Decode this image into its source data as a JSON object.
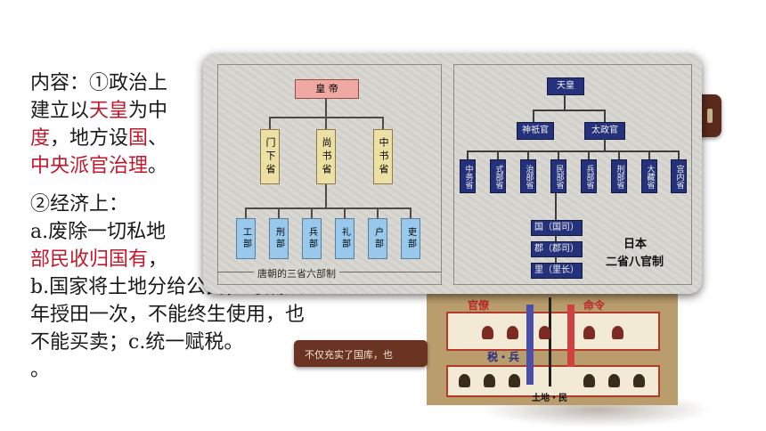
{
  "text": {
    "line1": "内容：①政治上",
    "line2a": "建立以",
    "line2b": "天皇",
    "line2c": "为中",
    "line3a": "度",
    "line3b": "，地方设",
    "line3c": "国",
    "line3d": "、",
    "line4a": "中央派官治理",
    "line4b": "。",
    "line5": "②经济上：",
    "line6": "a.废除一切私地",
    "line7a": "部民收归国有",
    "line7b": "，",
    "line8": "b.国家将土地分给公民，每隔六",
    "line9": "年授田一次，不能终生使用，也",
    "line10": "不能买卖；c.统一赋税。",
    "line11": "。"
  },
  "tooltip": {
    "text": "不仅充实了国库，也"
  },
  "tang": {
    "emperor": "皇 帝",
    "sansheng": [
      "门下省",
      "尚书省",
      "中书省"
    ],
    "liubu": [
      "工部",
      "刑部",
      "兵部",
      "礼部",
      "户部",
      "吏部"
    ],
    "caption": "唐朝的三省六部制"
  },
  "japan": {
    "tenno": "天皇",
    "jingikan": "神祇官",
    "dajokan": "太政官",
    "hassho": [
      "中务省",
      "式部省",
      "治部省",
      "民部省",
      "兵部省",
      "刑部省",
      "大藏省",
      "宫内省"
    ],
    "kuni": "国（国司）",
    "gun": "郡（郡司）",
    "sato": "里（里长）",
    "title_line1": "日本",
    "title_line2": "二省八官制"
  },
  "ritsu": {
    "official_label": "官僚",
    "order_label": "命令",
    "tax_label": "税・兵",
    "land_label": "土地・民"
  },
  "colors": {
    "red_text": "#c0182c",
    "popup_bg": "#d8d6d0",
    "navy": "#25327b"
  }
}
